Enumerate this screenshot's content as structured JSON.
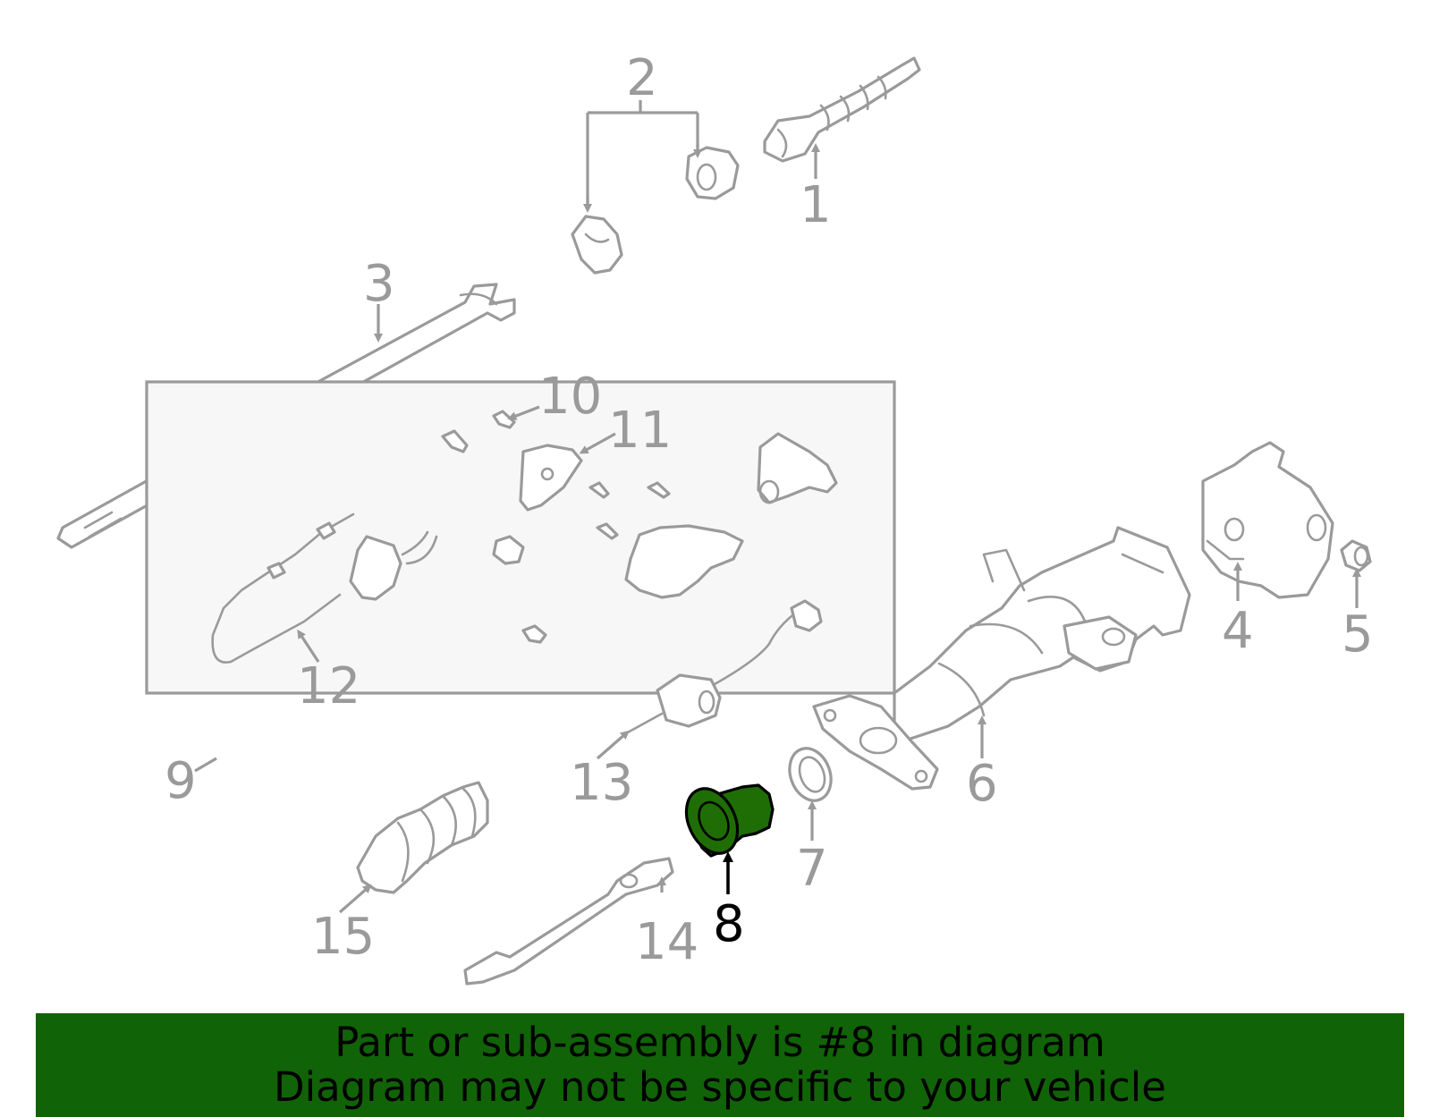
{
  "callouts": {
    "c1": "1",
    "c2": "2",
    "c3": "3",
    "c4": "4",
    "c5": "5",
    "c6": "6",
    "c7": "7",
    "c8": "8",
    "c9": "9",
    "c10": "10",
    "c11": "11",
    "c12": "12",
    "c13": "13",
    "c14": "14",
    "c15": "15"
  },
  "highlight": {
    "part": "8",
    "fill_color": "#1f6e05"
  },
  "colors": {
    "line": "#9a9a9a",
    "banner": "#116307",
    "subassembly_box": "#f7f7f7"
  },
  "banner": {
    "line1": "Part or sub-assembly is #8 in diagram",
    "line2": "Diagram may not be specific to your vehicle"
  }
}
